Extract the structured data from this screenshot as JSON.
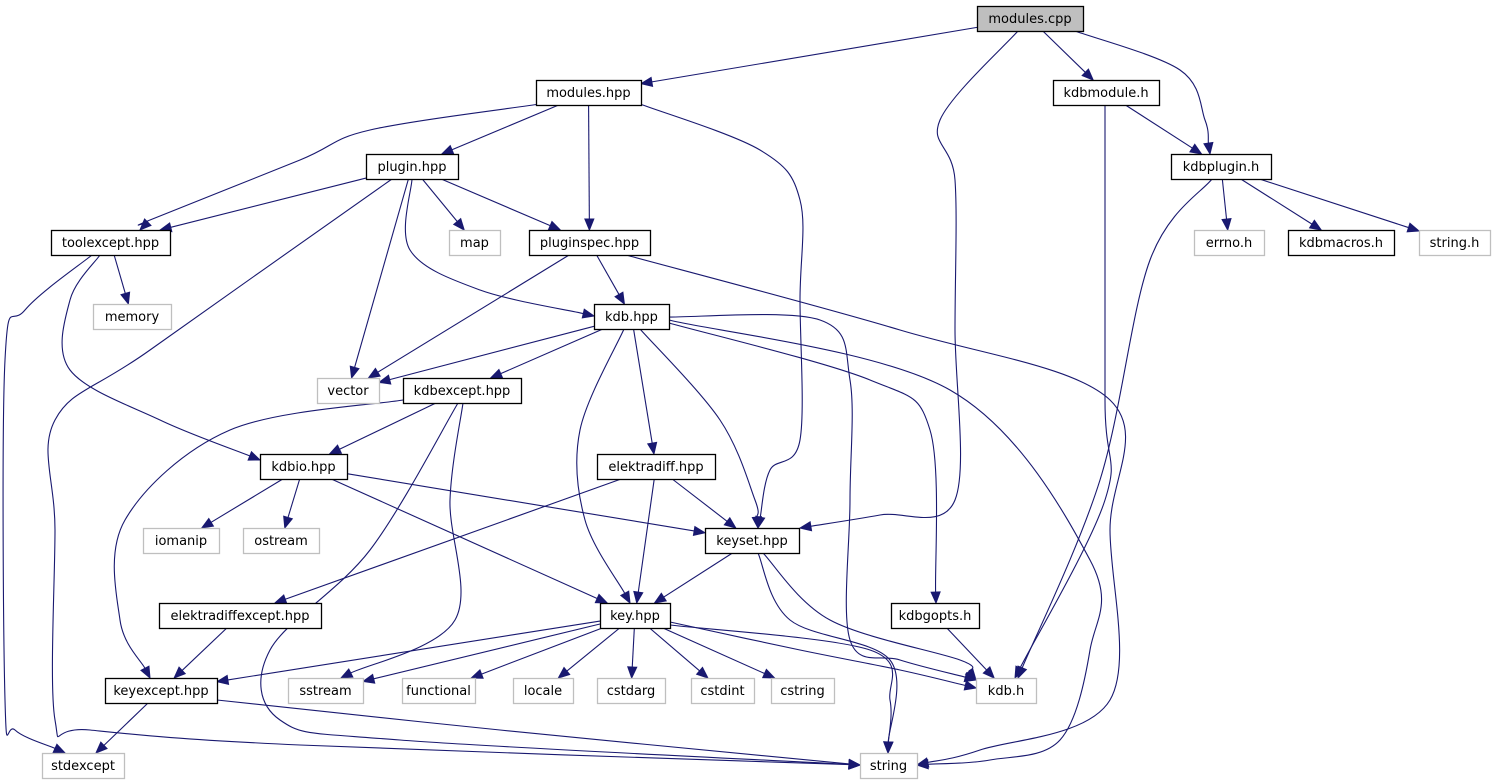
{
  "title": "modules.cpp include dependency graph",
  "colors": {
    "edge": "#191970",
    "root_fill": "#bfbfbf",
    "root_border": "#000000",
    "documented_border": "#000000",
    "external_border": "#bfbfbf",
    "node_fill": "#ffffff"
  },
  "nodes": [
    {
      "id": "modules_cpp",
      "label": "modules.cpp",
      "kind": "root"
    },
    {
      "id": "modules_hpp",
      "label": "modules.hpp",
      "kind": "documented"
    },
    {
      "id": "kdbmodule_h",
      "label": "kdbmodule.h",
      "kind": "documented"
    },
    {
      "id": "kdbplugin_h",
      "label": "kdbplugin.h",
      "kind": "documented"
    },
    {
      "id": "plugin_hpp",
      "label": "plugin.hpp",
      "kind": "documented"
    },
    {
      "id": "toolexcept_hpp",
      "label": "toolexcept.hpp",
      "kind": "documented"
    },
    {
      "id": "map",
      "label": "map",
      "kind": "external"
    },
    {
      "id": "pluginspec_hpp",
      "label": "pluginspec.hpp",
      "kind": "documented"
    },
    {
      "id": "errno_h",
      "label": "errno.h",
      "kind": "external"
    },
    {
      "id": "kdbmacros_h",
      "label": "kdbmacros.h",
      "kind": "documented"
    },
    {
      "id": "string_h",
      "label": "string.h",
      "kind": "external"
    },
    {
      "id": "memory",
      "label": "memory",
      "kind": "external"
    },
    {
      "id": "kdb_hpp",
      "label": "kdb.hpp",
      "kind": "documented"
    },
    {
      "id": "vector",
      "label": "vector",
      "kind": "external"
    },
    {
      "id": "kdbexcept_hpp",
      "label": "kdbexcept.hpp",
      "kind": "documented"
    },
    {
      "id": "kdbio_hpp",
      "label": "kdbio.hpp",
      "kind": "documented"
    },
    {
      "id": "elektradiff_hpp",
      "label": "elektradiff.hpp",
      "kind": "documented"
    },
    {
      "id": "iomanip",
      "label": "iomanip",
      "kind": "external"
    },
    {
      "id": "ostream",
      "label": "ostream",
      "kind": "external"
    },
    {
      "id": "keyset_hpp",
      "label": "keyset.hpp",
      "kind": "documented"
    },
    {
      "id": "elektradiffexcept_hpp",
      "label": "elektradiffexcept.hpp",
      "kind": "documented"
    },
    {
      "id": "key_hpp",
      "label": "key.hpp",
      "kind": "documented"
    },
    {
      "id": "kdbgopts_h",
      "label": "kdbgopts.h",
      "kind": "documented"
    },
    {
      "id": "keyexcept_hpp",
      "label": "keyexcept.hpp",
      "kind": "documented"
    },
    {
      "id": "sstream",
      "label": "sstream",
      "kind": "external"
    },
    {
      "id": "functional",
      "label": "functional",
      "kind": "external"
    },
    {
      "id": "locale",
      "label": "locale",
      "kind": "external"
    },
    {
      "id": "cstdarg",
      "label": "cstdarg",
      "kind": "external"
    },
    {
      "id": "cstdint",
      "label": "cstdint",
      "kind": "external"
    },
    {
      "id": "cstring",
      "label": "cstring",
      "kind": "external"
    },
    {
      "id": "kdb_h",
      "label": "kdb.h",
      "kind": "external"
    },
    {
      "id": "stdexcept",
      "label": "stdexcept",
      "kind": "external"
    },
    {
      "id": "string",
      "label": "string",
      "kind": "external"
    }
  ],
  "edges": [
    {
      "from": "modules_cpp",
      "to": "modules_hpp"
    },
    {
      "from": "modules_cpp",
      "to": "keyset_hpp"
    },
    {
      "from": "modules_cpp",
      "to": "kdbmodule_h"
    },
    {
      "from": "modules_cpp",
      "to": "kdbplugin_h"
    },
    {
      "from": "modules_hpp",
      "to": "plugin_hpp"
    },
    {
      "from": "modules_hpp",
      "to": "toolexcept_hpp"
    },
    {
      "from": "modules_hpp",
      "to": "pluginspec_hpp"
    },
    {
      "from": "modules_hpp",
      "to": "keyset_hpp"
    },
    {
      "from": "kdbmodule_h",
      "to": "kdbplugin_h"
    },
    {
      "from": "kdbmodule_h",
      "to": "kdb_h"
    },
    {
      "from": "kdbplugin_h",
      "to": "errno_h"
    },
    {
      "from": "kdbplugin_h",
      "to": "kdbmacros_h"
    },
    {
      "from": "kdbplugin_h",
      "to": "string_h"
    },
    {
      "from": "kdbplugin_h",
      "to": "kdb_h"
    },
    {
      "from": "plugin_hpp",
      "to": "toolexcept_hpp"
    },
    {
      "from": "plugin_hpp",
      "to": "map"
    },
    {
      "from": "plugin_hpp",
      "to": "pluginspec_hpp"
    },
    {
      "from": "plugin_hpp",
      "to": "vector"
    },
    {
      "from": "plugin_hpp",
      "to": "kdb_hpp"
    },
    {
      "from": "plugin_hpp",
      "to": "string"
    },
    {
      "from": "toolexcept_hpp",
      "to": "memory"
    },
    {
      "from": "toolexcept_hpp",
      "to": "kdbio_hpp"
    },
    {
      "from": "toolexcept_hpp",
      "to": "stdexcept"
    },
    {
      "from": "pluginspec_hpp",
      "to": "kdb_hpp"
    },
    {
      "from": "pluginspec_hpp",
      "to": "vector"
    },
    {
      "from": "pluginspec_hpp",
      "to": "string"
    },
    {
      "from": "kdb_hpp",
      "to": "vector"
    },
    {
      "from": "kdb_hpp",
      "to": "kdbexcept_hpp"
    },
    {
      "from": "kdb_hpp",
      "to": "key_hpp"
    },
    {
      "from": "kdb_hpp",
      "to": "elektradiff_hpp"
    },
    {
      "from": "kdb_hpp",
      "to": "keyset_hpp"
    },
    {
      "from": "kdb_hpp",
      "to": "kdb_h"
    },
    {
      "from": "kdb_hpp",
      "to": "kdbgopts_h"
    },
    {
      "from": "kdb_hpp",
      "to": "string"
    },
    {
      "from": "kdbexcept_hpp",
      "to": "kdbio_hpp"
    },
    {
      "from": "kdbexcept_hpp",
      "to": "keyexcept_hpp"
    },
    {
      "from": "kdbexcept_hpp",
      "to": "sstream"
    },
    {
      "from": "kdbexcept_hpp",
      "to": "string"
    },
    {
      "from": "kdbio_hpp",
      "to": "iomanip"
    },
    {
      "from": "kdbio_hpp",
      "to": "ostream"
    },
    {
      "from": "kdbio_hpp",
      "to": "keyset_hpp"
    },
    {
      "from": "kdbio_hpp",
      "to": "key_hpp"
    },
    {
      "from": "elektradiff_hpp",
      "to": "elektradiffexcept_hpp"
    },
    {
      "from": "elektradiff_hpp",
      "to": "key_hpp"
    },
    {
      "from": "elektradiff_hpp",
      "to": "keyset_hpp"
    },
    {
      "from": "keyset_hpp",
      "to": "key_hpp"
    },
    {
      "from": "keyset_hpp",
      "to": "kdb_h"
    },
    {
      "from": "keyset_hpp",
      "to": "string"
    },
    {
      "from": "elektradiffexcept_hpp",
      "to": "keyexcept_hpp"
    },
    {
      "from": "key_hpp",
      "to": "keyexcept_hpp"
    },
    {
      "from": "key_hpp",
      "to": "sstream"
    },
    {
      "from": "key_hpp",
      "to": "functional"
    },
    {
      "from": "key_hpp",
      "to": "locale"
    },
    {
      "from": "key_hpp",
      "to": "cstdarg"
    },
    {
      "from": "key_hpp",
      "to": "cstdint"
    },
    {
      "from": "key_hpp",
      "to": "cstring"
    },
    {
      "from": "key_hpp",
      "to": "kdb_h"
    },
    {
      "from": "key_hpp",
      "to": "string"
    },
    {
      "from": "kdbgopts_h",
      "to": "kdb_h"
    },
    {
      "from": "keyexcept_hpp",
      "to": "stdexcept"
    },
    {
      "from": "keyexcept_hpp",
      "to": "string"
    }
  ]
}
